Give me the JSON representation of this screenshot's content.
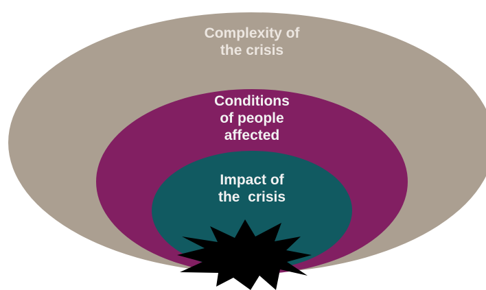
{
  "diagram": {
    "layers": [
      {
        "id": "outer",
        "text_lines": [
          "Complexity of",
          "the crisis"
        ],
        "color": "#ab9f91"
      },
      {
        "id": "middle",
        "text_lines": [
          "Conditions",
          "of people",
          "affected"
        ],
        "color": "#821f62"
      },
      {
        "id": "inner",
        "text_lines": [
          "Impact of",
          "the  crisis"
        ],
        "color": "#115a61"
      }
    ],
    "core_shape": {
      "name": "crisis-burst",
      "color": "#000000"
    }
  }
}
